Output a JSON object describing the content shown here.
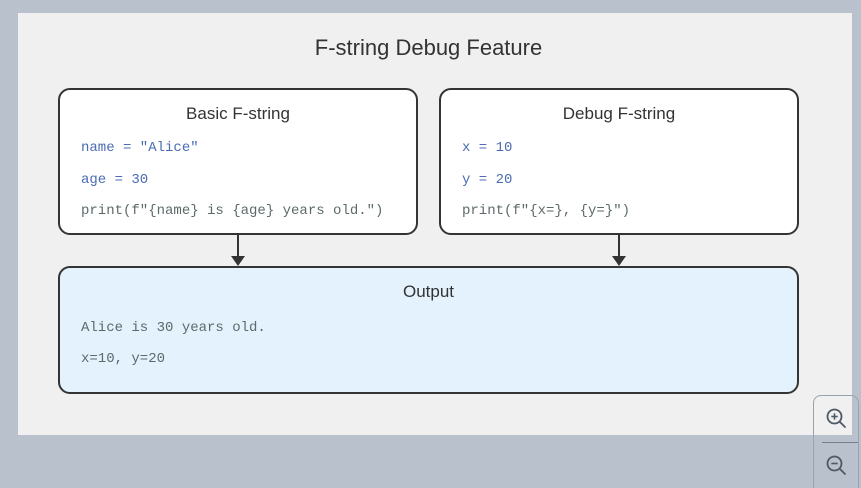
{
  "colors": {
    "background": "#b9c2cc",
    "canvas": "#f0f0f0",
    "node_border": "#343434",
    "node_fill": "#ffffff",
    "output_fill": "#e3f2fd",
    "code_blue": "#4a6cb3",
    "code_gray": "#5d6a6a",
    "heading_text": "#333333",
    "control_icon": "#4e5866"
  },
  "diagram": {
    "title": "F-string Debug Feature",
    "nodes": [
      {
        "id": "basic",
        "title": "Basic F-string",
        "lines": [
          {
            "text": "name = \"Alice\"",
            "style": "blue"
          },
          {
            "text": "age = 30",
            "style": "blue"
          },
          {
            "text": "print(f\"{name} is {age} years old.\")",
            "style": "gray"
          }
        ]
      },
      {
        "id": "debug",
        "title": "Debug F-string",
        "lines": [
          {
            "text": "x = 10",
            "style": "blue"
          },
          {
            "text": "y = 20",
            "style": "blue"
          },
          {
            "text": "print(f\"{x=}, {y=}\")",
            "style": "gray"
          }
        ]
      },
      {
        "id": "output",
        "title": "Output",
        "lines": [
          {
            "text": "Alice is 30 years old.",
            "style": "gray"
          },
          {
            "text": "x=10, y=20",
            "style": "gray"
          }
        ]
      }
    ],
    "edges": [
      {
        "from": "basic",
        "to": "output"
      },
      {
        "from": "debug",
        "to": "output"
      }
    ]
  },
  "controls": {
    "zoom_in_icon": "magnifier-plus",
    "zoom_out_icon": "magnifier-minus"
  }
}
